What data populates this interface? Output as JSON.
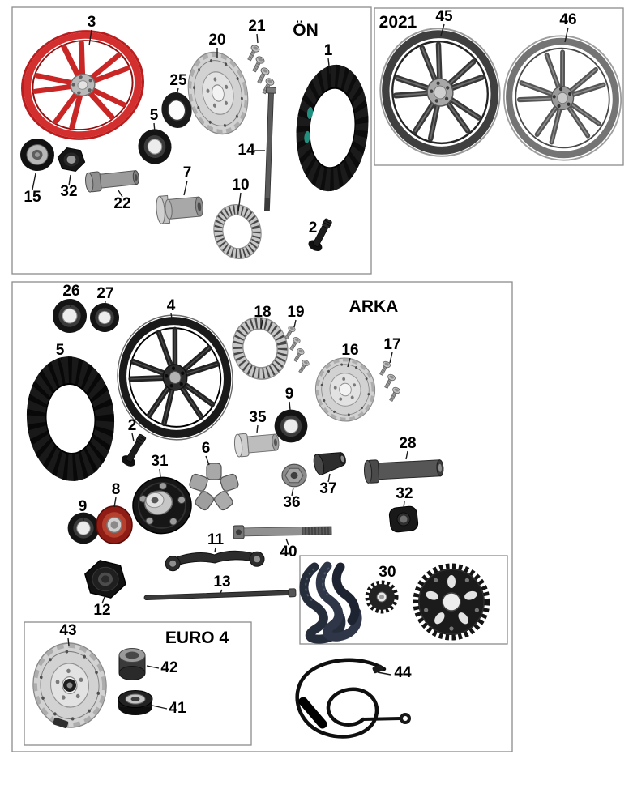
{
  "sections": {
    "front": {
      "label": "ÖN"
    },
    "year2021": {
      "label": "2021"
    },
    "rear": {
      "label": "ARKA"
    },
    "euro4": {
      "label": "EURO 4"
    }
  },
  "callouts": {
    "front_wheel": "3",
    "front_brake_disc": "20",
    "front_disc_bolts": "21",
    "front_tire": "1",
    "front_outer_seal": "25",
    "front_seal": "5",
    "front_axle": "14",
    "front_bearing": "15",
    "front_nut": "32",
    "front_spacer": "22",
    "front_bushing": "7",
    "front_abs_ring": "10",
    "front_valve": "2",
    "wheel_45": "45",
    "wheel_46": "46",
    "rear_seal_26": "26",
    "rear_seal_27": "27",
    "rear_wheel": "4",
    "rear_abs_ring": "18",
    "rear_abs_bolts": "19",
    "rear_brake_disc": "16",
    "rear_disc_bolts": "17",
    "rear_tire": "5",
    "rear_seal_9r": "9",
    "rear_valve": "2",
    "rear_spacer": "35",
    "rear_dampers": "6",
    "rear_axle_sleeve": "28",
    "rear_hub_carrier": "31",
    "rear_red_seal": "8",
    "rear_seal_9l": "9",
    "rear_flange_nut": "36",
    "rear_cone_spacer": "37",
    "rear_nut": "32",
    "rear_bracket": "11",
    "rear_axle_bolt": "40",
    "rear_big_nut": "12",
    "rear_rod": "13",
    "chain_kit": "30",
    "euro4_brake_disc": "43",
    "euro4_bushing": "42",
    "euro4_bearing": "41",
    "brake_hose": "44"
  }
}
